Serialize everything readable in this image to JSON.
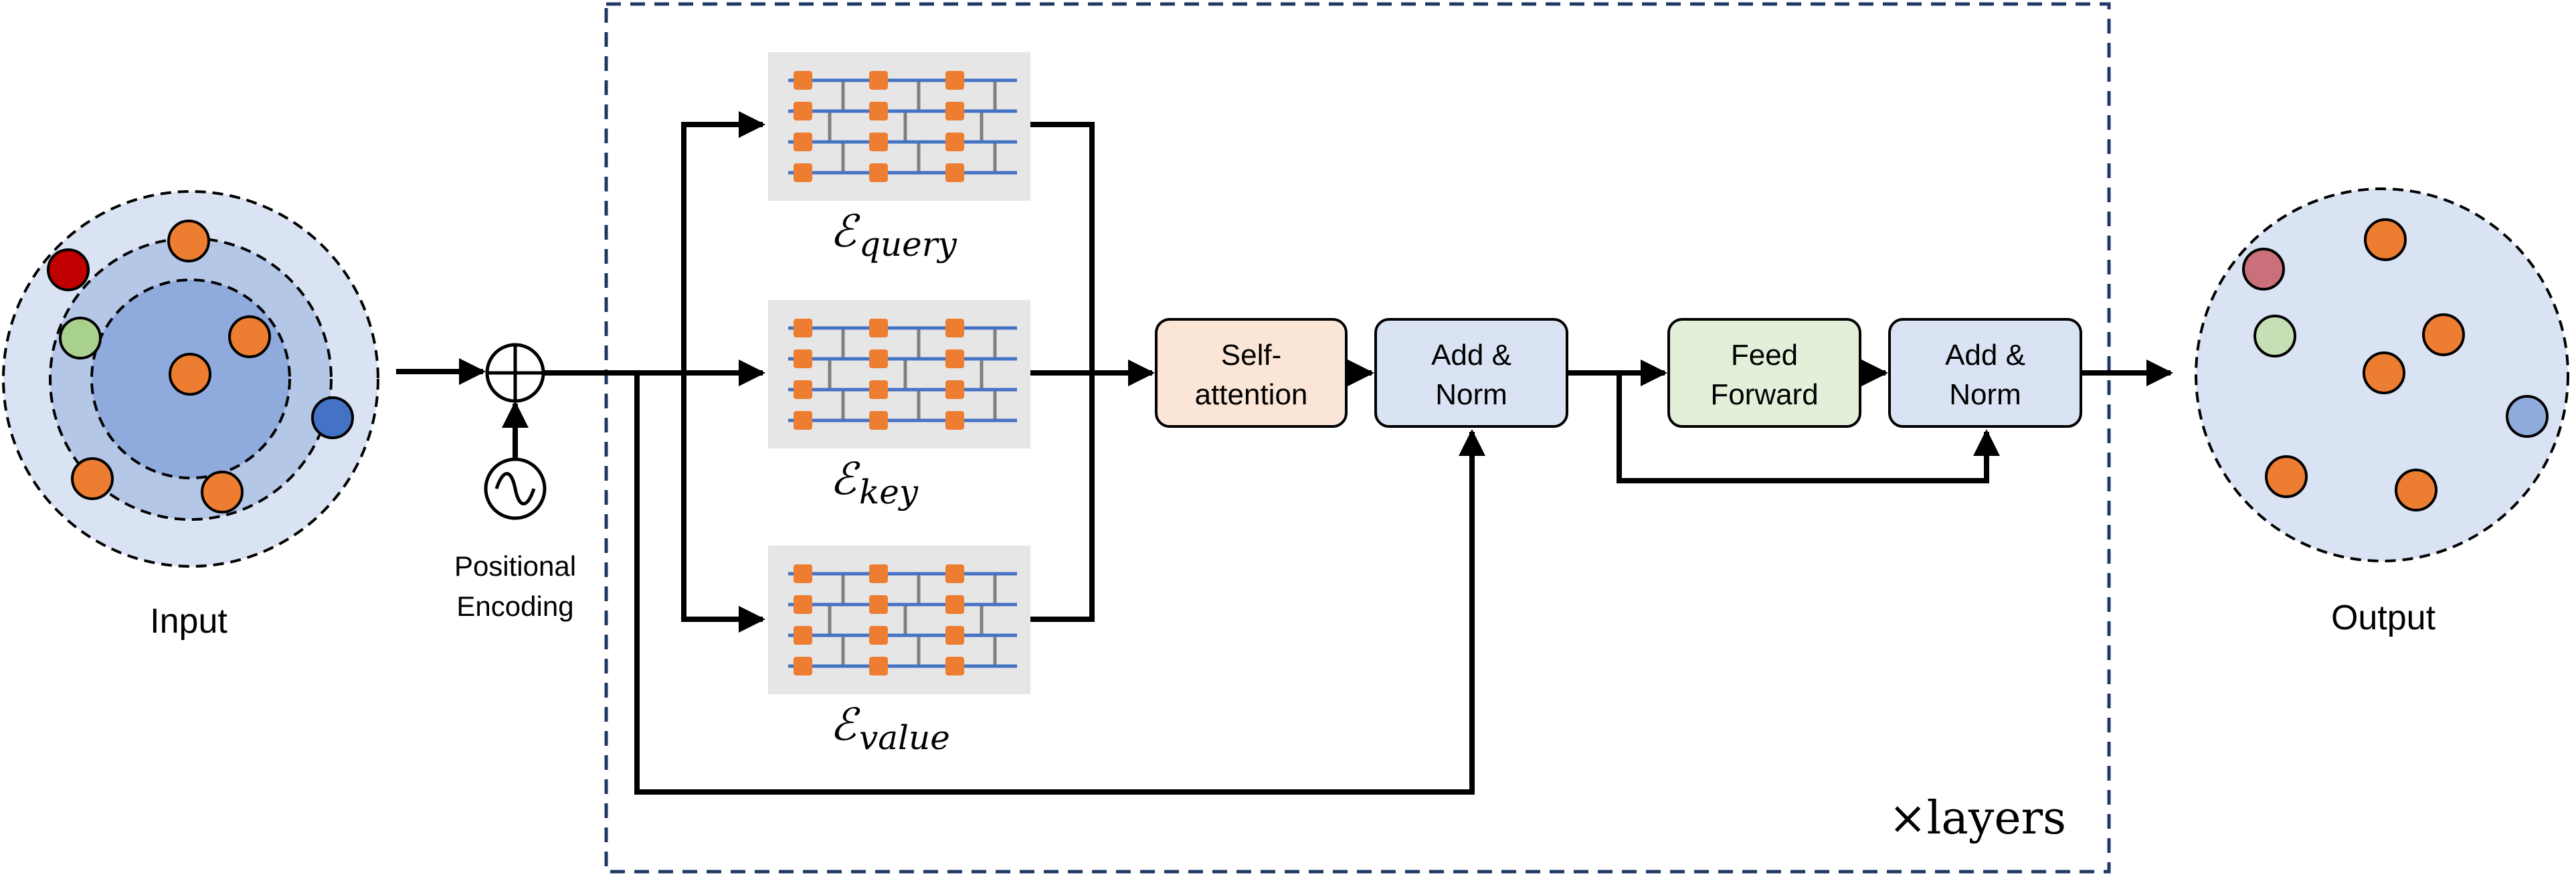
{
  "input": {
    "label": "Input"
  },
  "positional_encoding": {
    "line1": "Positional",
    "line2": "Encoding"
  },
  "encoders": [
    {
      "script": "ℰ",
      "subscript": "query"
    },
    {
      "script": "ℰ",
      "subscript": "key"
    },
    {
      "script": "ℰ",
      "subscript": "value"
    }
  ],
  "blocks": {
    "self_attention": {
      "line1": "Self-",
      "line2": "attention"
    },
    "add_norm_1": {
      "line1": "Add &",
      "line2": "Norm"
    },
    "feed_forward": {
      "line1": "Feed",
      "line2": "Forward"
    },
    "add_norm_2": {
      "line1": "Add &",
      "line2": "Norm"
    }
  },
  "repeat": {
    "symbol": "×",
    "label": "layers"
  },
  "output": {
    "label": "Output"
  },
  "colors": {
    "dashed_frame": "#1f3864",
    "ring_outer": "#dae3f3",
    "ring_mid": "#b4c7e7",
    "ring_inner": "#8faadc",
    "node_orange": "#ed7d31",
    "node_red": "#c00000",
    "node_green": "#a9d18e",
    "node_blue": "#4472c4",
    "output_red": "#c9707a",
    "output_green": "#c5e0b4",
    "output_blue": "#8faadc",
    "self_attention_fill": "#fbe5d6",
    "add_norm_fill": "#dae3f3",
    "feed_forward_fill": "#e2f0d9",
    "encoder_bg": "#e7e6e6",
    "encoder_line": "#4472c4"
  }
}
